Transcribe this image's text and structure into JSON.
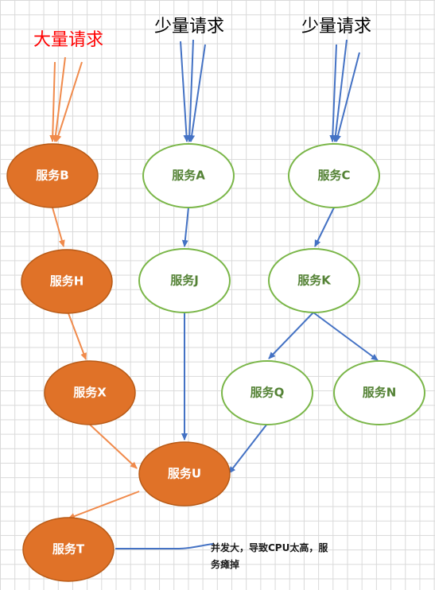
{
  "request_labels": {
    "heavy": "大量请求",
    "light_a": "少量请求",
    "light_c": "少量请求"
  },
  "nodes": {
    "B": "服务B",
    "A": "服务A",
    "C": "服务C",
    "H": "服务H",
    "J": "服务J",
    "K": "服务K",
    "X": "服务X",
    "Q": "服务Q",
    "N": "服务N",
    "U": "服务U",
    "T": "服务T"
  },
  "note": "并发大，导致CPU太高，服务瘫掉",
  "colors": {
    "overloaded_fill": "#e07228",
    "overloaded_stroke": "#b85a16",
    "healthy_fill": "#ffffff",
    "healthy_stroke": "#7ab648",
    "healthy_text": "#548235",
    "overloaded_text": "#ffffff",
    "heavy_request_text": "#ff0000",
    "light_request_text": "#000000",
    "orange_arrow": "#f08a4b",
    "blue_arrow": "#4472c4"
  }
}
